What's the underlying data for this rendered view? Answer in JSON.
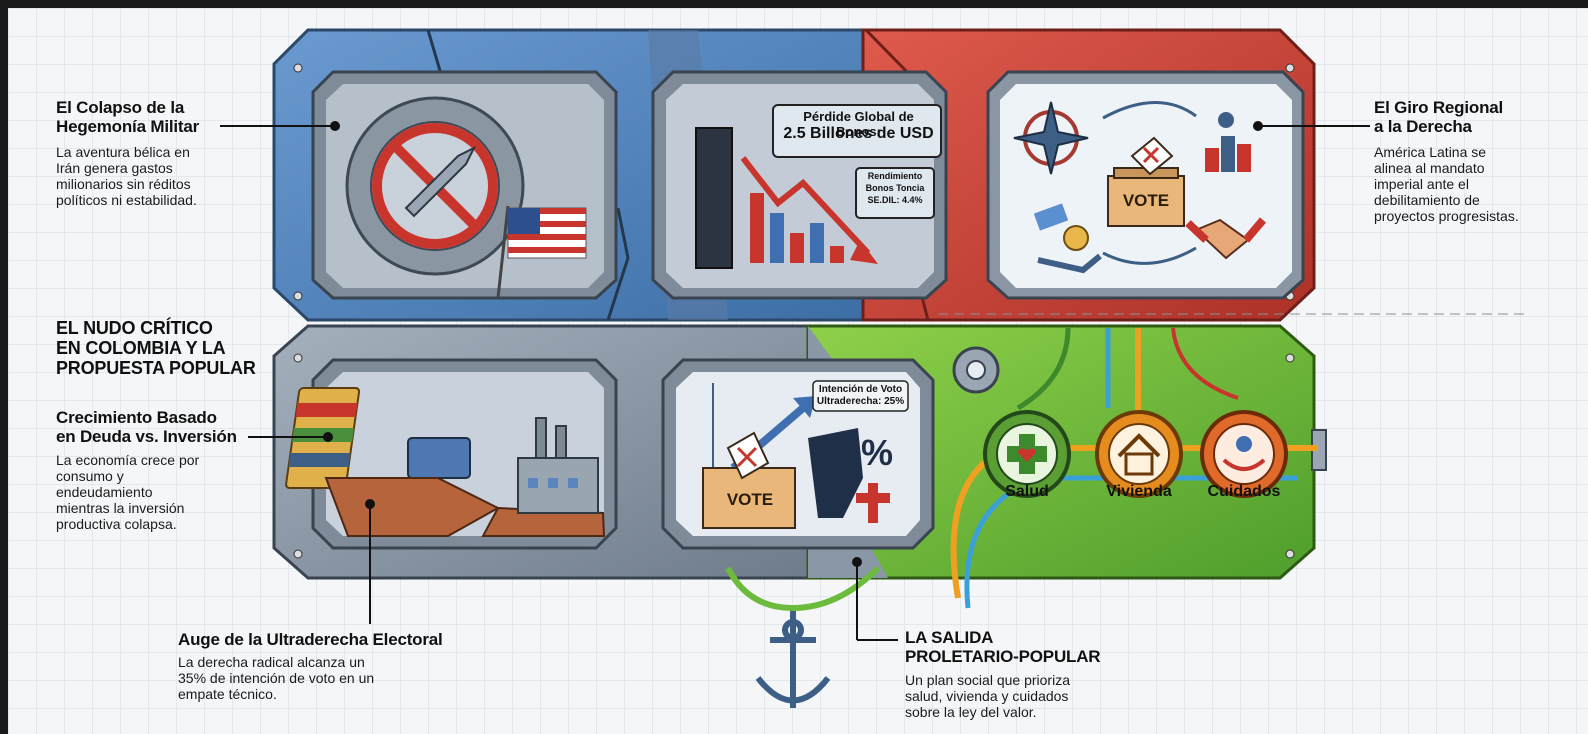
{
  "military": {
    "title": "El Colapso de la\nHegemonía Militar",
    "body": "La aventura bélica en\nIrán genera gastos\nmilionarios sin réditos\npolíticos ni estabilidad."
  },
  "regional": {
    "title": "El Giro Regional\na la Derecha",
    "body": "América Latina se\nalinea al mandato\nimperial ante el\ndebilitamiento de\nproyectos progresistas."
  },
  "section_heading": "EL NUDO CRÍTICO\nEN COLOMBIA Y LA\nPROPUESTA POPULAR",
  "debt": {
    "title": "Crecimiento Basado\nen Deuda vs. Inversión",
    "body": "La economía crece por\nconsumo y\nendeudamiento\nmientras la inversión\nproductiva colapsa."
  },
  "ultraright": {
    "title": "Auge de la Ultraderecha Electoral",
    "body": "La derecha radical alcanza un\n35% de intención de voto en un\nempate técnico."
  },
  "popular_exit": {
    "title": "LA SALIDA\nPROLETARIO-POPULAR",
    "body": "Un plan social que prioriza\nsalud, vivienda y cuidados\nsobre la ley del valor."
  },
  "bonds_panel": {
    "label": "Pérdide Global de Bonos:",
    "value": "2.5 Billones de USD",
    "yield_label_1": "Rendimiento",
    "yield_label_2": "Bonos Toncia",
    "yield_value": "SE.DIL: 4.4%"
  },
  "vote_panel": {
    "box_label": "VOTE",
    "intent_label": "Intención de Voto",
    "intent_value": "Ultraderecha: 25%",
    "percent_symbol": "%"
  },
  "regional_panel": {
    "box_label": "VOTE"
  },
  "pillars": [
    {
      "label": "Salud",
      "icon": "health-cross-heart-icon"
    },
    {
      "label": "Vivienda",
      "icon": "house-icon"
    },
    {
      "label": "Cuidados",
      "icon": "care-hands-icon"
    }
  ],
  "colors": {
    "blue_frame": "#4a7fb8",
    "red_frame": "#c9413a",
    "gray_frame": "#8a97a6",
    "green_frame": "#6cbb3c",
    "ink": "#111111"
  }
}
